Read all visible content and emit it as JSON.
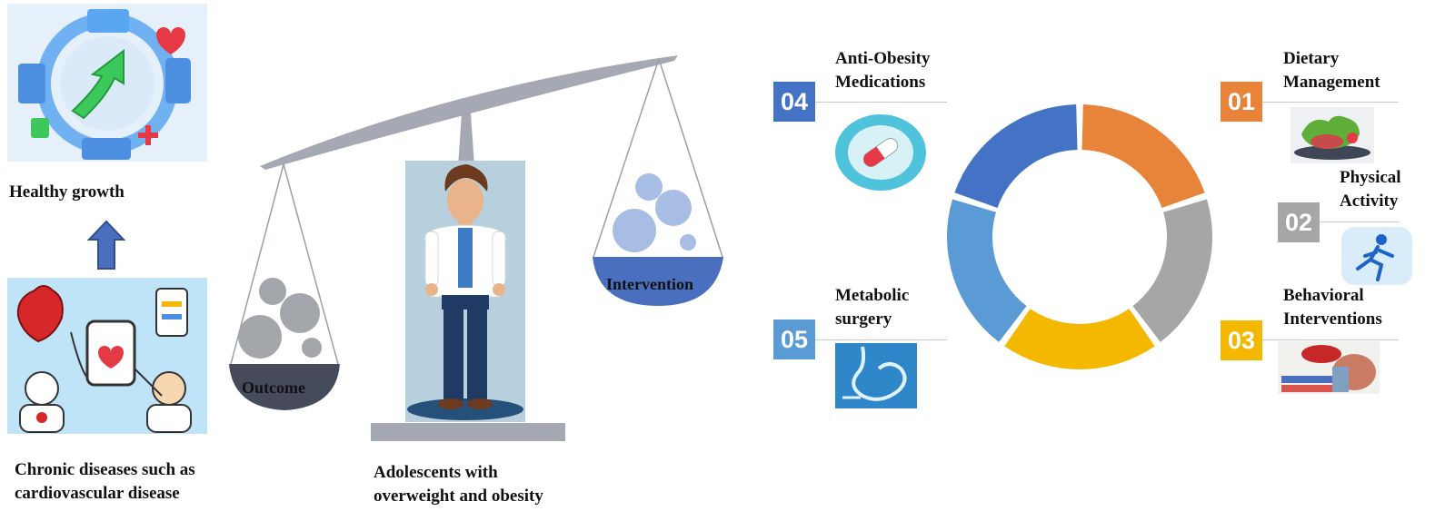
{
  "left_panel": {
    "top_label": "Healthy growth",
    "bottom_label": "Chronic diseases such as cardiovascular disease"
  },
  "balance": {
    "left_pan_label": "Outcome",
    "right_pan_label": "Intervention",
    "center_label": "Adolescents with overweight and obesity"
  },
  "interventions": [
    {
      "number": "01",
      "label": "Dietary Management",
      "color": "#e8833a"
    },
    {
      "number": "02",
      "label": "Physical Activity",
      "color": "#a6a6a6"
    },
    {
      "number": "03",
      "label": "Behavioral Interventions",
      "color": "#f5b800"
    },
    {
      "number": "04",
      "label": "Anti-Obesity Medications",
      "color": "#4472c4"
    },
    {
      "number": "05",
      "label": "Metabolic surgery",
      "color": "#5b9bd5"
    }
  ]
}
